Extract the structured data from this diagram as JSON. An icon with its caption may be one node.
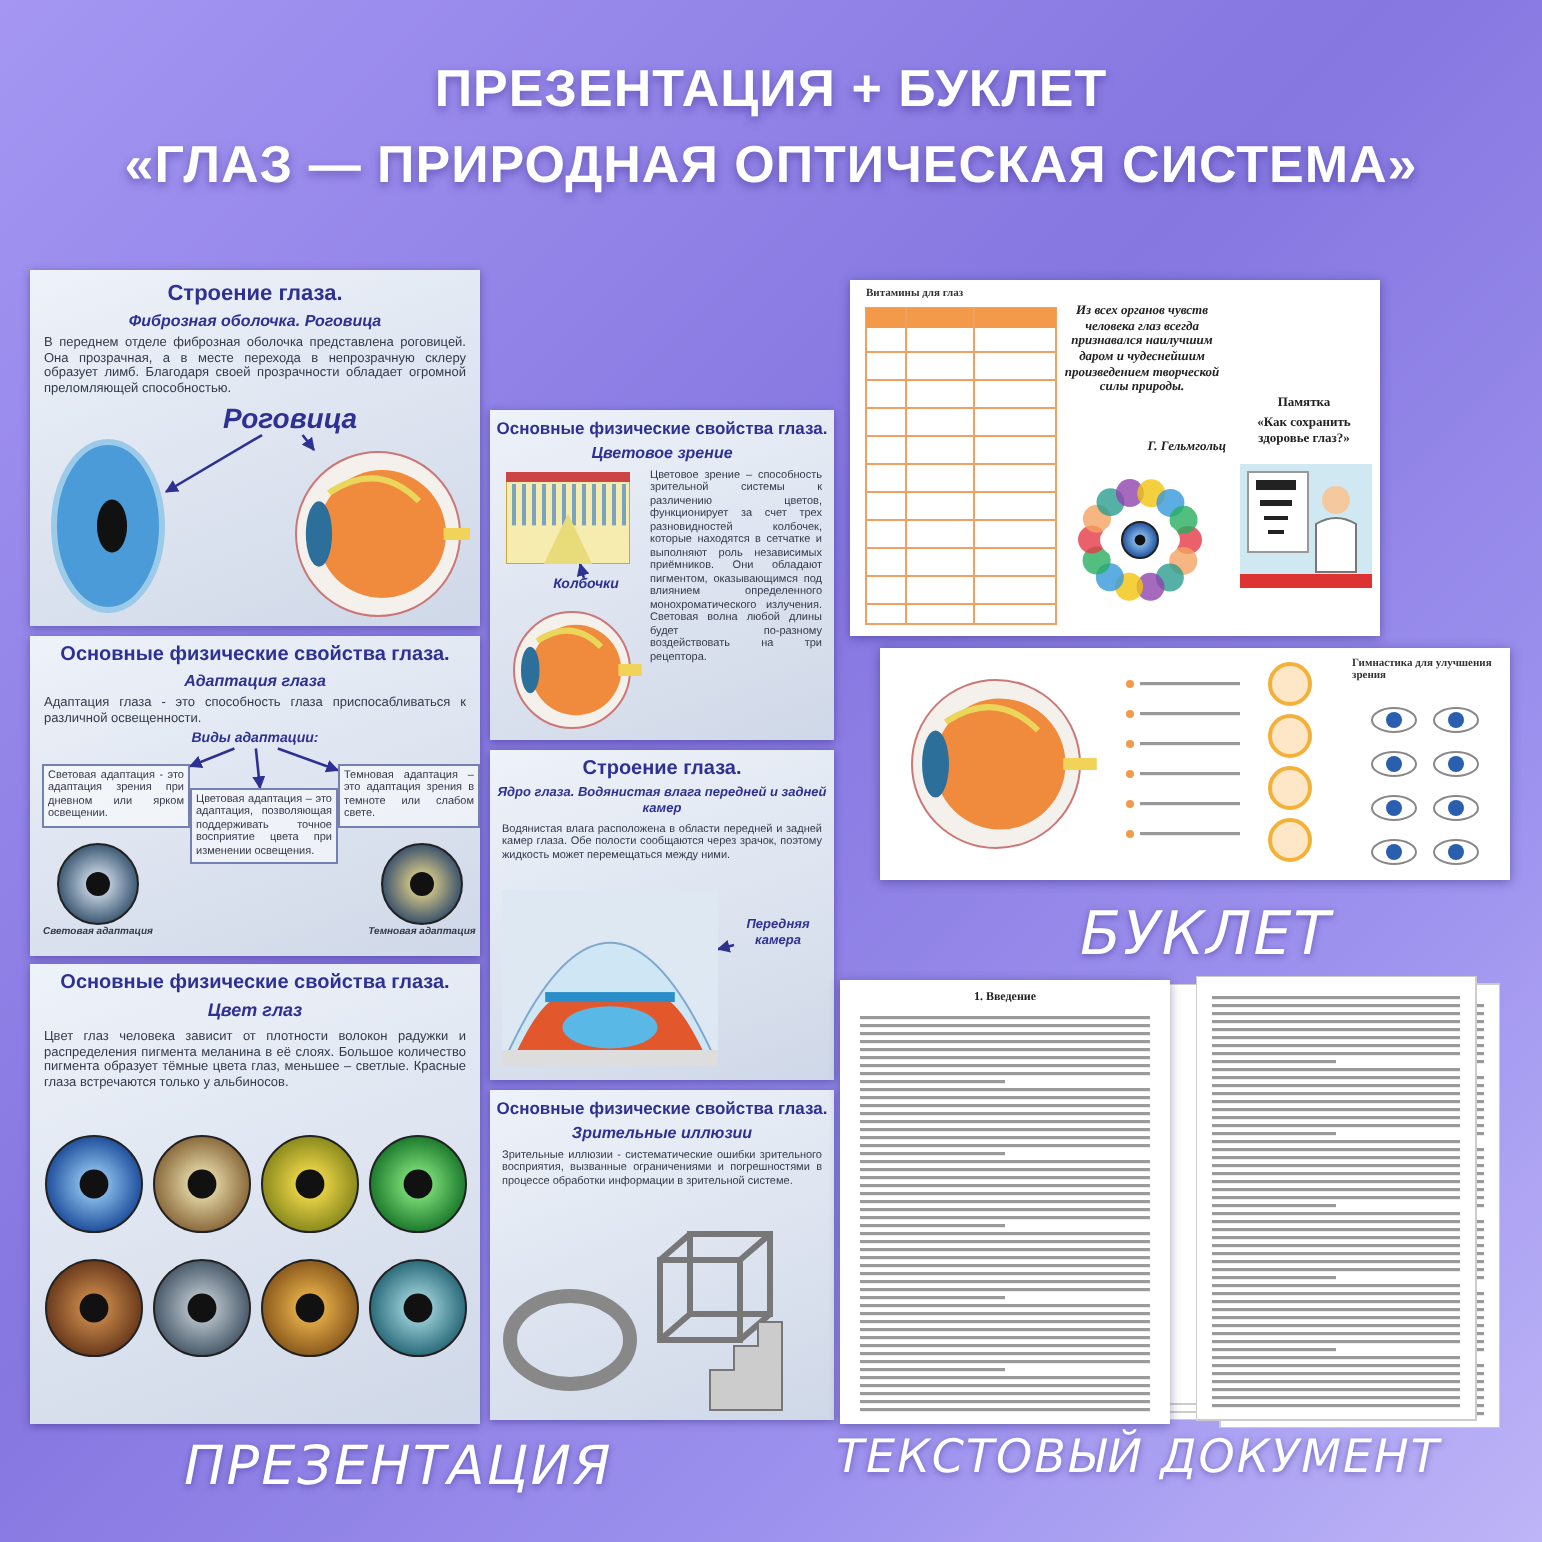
{
  "diagram": {
    "title": "ПРЕЗЕНТАЦИЯ + БУКЛЕТ «ГЛАЗ — ПРИРОДНАЯ ОПТИЧЕСКАЯ СИСТЕМА»",
    "nodes": [
      {
        "text": [
          "Строение глаза.",
          "Фиброзная оболочка. Роговица",
          "В переднем отделе фиброзная оболочка представлена роговицей. Она прозрачная, а в месте перехода в непрозрачную склеру образует лимб. Благодаря своей прозрачности обладает огромной преломляющей способностью."
        ]
      },
      {
        "text": [
          "Роговица"
        ],
        "in": 0
      },
      {
        "text": [],
        "shape": "picture",
        "in": 0
      },
      {
        "text": [],
        "shape": "picture",
        "in": 0
      },
      {
        "text": [
          "Основные физические свойства глаза.",
          "Цветовое зрение",
          "Цветовое зрение – способность зрительной системы к различению цветов, функционирует за счет трех разновидностей колбочек, которые находятся в сетчатке и выполняют роль независимых приёмников. Они обладают пигментом, оказывающимся под влиянием определенного монохроматического излучения. Световая волна любой длины будет по-разному воздействовать на три рецептора."
        ]
      },
      {
        "text": [
          "Колбочки"
        ],
        "in": 4
      },
      {
        "text": [],
        "shape": "picture",
        "in": 4
      },
      {
        "text": [
          "Основные физические свойства глаза.",
          "Адаптация глаза",
          "Адаптация глаза - это способность глаза приспосабливаться к различной освещенности."
        ]
      },
      {
        "text": [
          "Виды адаптации:"
        ],
        "in": 7
      },
      {
        "text": [
          "Световая адаптация - это адаптация зрения при дневном или ярком освещении."
        ],
        "in": 7
      },
      {
        "text": [
          "Цветовая адаптация – это адаптация, позволяющая поддерживать точное восприятие цвета при изменении освещения."
        ],
        "in": 7
      },
      {
        "text": [
          "Темновая адаптация – это адаптация зрения в темноте или слабом свете."
        ],
        "in": 7
      },
      {
        "text": [
          "Строение глаза.",
          "Ядро глаза. Водянистая влага передней и задней камер",
          "Водянистая влага расположена в области передней и задней камер глаза. Обе полости сообщаются через зрачок, поэтому жидкость может перемещаться между ними."
        ]
      },
      {
        "text": [
          "Передняя камера"
        ],
        "in": 12
      },
      {
        "text": [],
        "shape": "picture",
        "in": 12
      },
      {
        "text": [
          "Основные физические свойства глаза.",
          "Цвет глаз",
          "Цвет глаз человека зависит от плотности волокон радужки и распределения пигмента меланина в её слоях. Большое количество пигмента образует тёмные цвета глаз, меньшее – светлые. Красные глаза встречаются только у альбиносов."
        ]
      },
      {
        "text": [
          "Основные физические свойства глаза.",
          "Зрительные иллюзии",
          "Зрительные иллюзии - систематические ошибки зрительного восприятия, вызванные ограничениями и погрешностями в процессе обработки информации в зрительной системе."
        ]
      },
      {
        "text": [
          "Витамины для глаз",
          "Из всех органов чувств человека глаз всегда признавался наилучшим даром и чудеснейшим произведением творческой силы природы.",
          "Г. Гельмгольц",
          "Памятка",
          "«Как сохранить здоровье глаз?»"
        ]
      },
      {
        "text": [
          "Гимнастика для улучшения зрения"
        ]
      },
      {
        "text": [
          "1. Введение"
        ]
      }
    ],
    "edges": [
      {
        "from": 1,
        "to": 2,
        "arrow": "to"
      },
      {
        "from": 1,
        "to": 3,
        "arrow": "to"
      },
      {
        "from": 5,
        "to": 6,
        "arrow": "to"
      },
      {
        "from": 8,
        "to": 9,
        "arrow": "to"
      },
      {
        "from": 8,
        "to": 10,
        "arrow": "to"
      },
      {
        "from": 8,
        "to": 11,
        "arrow": "to"
      },
      {
        "from": 13,
        "to": 14,
        "arrow": "to"
      }
    ],
    "labels": [
      "Световая адаптация",
      "Темновая адаптация",
      "ПРЕЗЕНТАЦИЯ",
      "БУКЛЕТ",
      "ТЕКСТОВЫЙ ДОКУМЕНТ"
    ]
  }
}
